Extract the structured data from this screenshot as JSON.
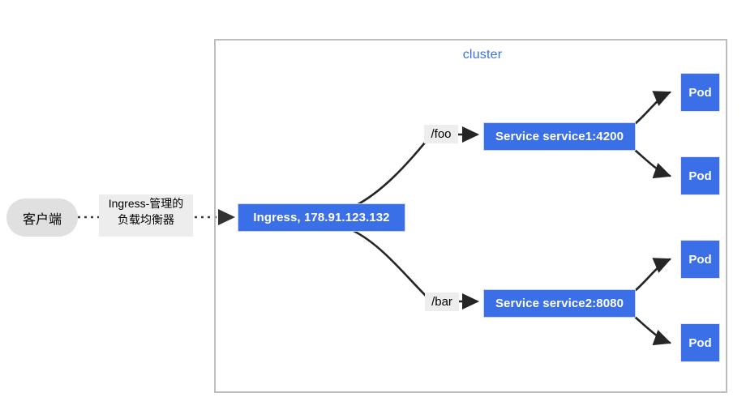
{
  "diagram": {
    "title": "Kubernetes Ingress routing diagram",
    "colors": {
      "node_blue": "#3b6fe8",
      "cluster_border": "#bdbdbd",
      "cluster_label": "#3b6fe8",
      "client_fill": "#e0e0e0",
      "label_fill": "#ededed",
      "edge_stroke": "#262626",
      "dotted_edge_stroke": "#3f3f3f"
    },
    "cluster": {
      "label": "cluster"
    },
    "client": {
      "label": "客户端"
    },
    "load_balancer_edge": {
      "line1": "Ingress-管理的",
      "line2": "负载均衡器"
    },
    "ingress": {
      "label": "Ingress, 178.91.123.132"
    },
    "paths": [
      {
        "label": "/foo"
      },
      {
        "label": "/bar"
      }
    ],
    "services": [
      {
        "label": "Service service1:4200"
      },
      {
        "label": "Service service2:8080"
      }
    ],
    "pods": [
      {
        "label": "Pod"
      },
      {
        "label": "Pod"
      },
      {
        "label": "Pod"
      },
      {
        "label": "Pod"
      }
    ]
  }
}
